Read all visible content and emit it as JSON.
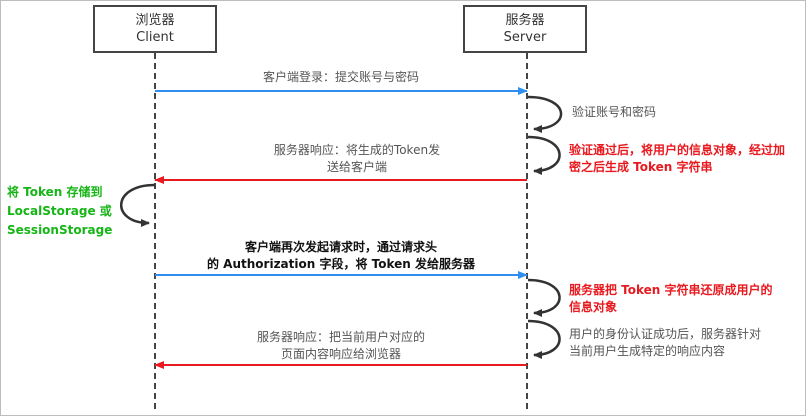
{
  "participants": {
    "client": {
      "name_cn": "浏览器",
      "name_en": "Client"
    },
    "server": {
      "name_cn": "服务器",
      "name_en": "Server"
    }
  },
  "messages": {
    "login": {
      "line1": "客户端登录：提交账号与密码"
    },
    "verify": {
      "line1": "验证账号和密码"
    },
    "server_gen": {
      "line1": "验证通过后，将用户的信息对象，经过加",
      "line2": "密之后生成 Token 字符串"
    },
    "resp_token": {
      "line1": "服务器响应：将生成的Token发",
      "line2": "送给客户端"
    },
    "client_store": {
      "line1": "将 Token 存储到",
      "line2": "LocalStorage 或",
      "line3": "SessionStorage"
    },
    "request_again": {
      "line1": "客户端再次发起请求时，通过请求头",
      "line2": "的 Authorization 字段，将 Token 发给服务器"
    },
    "server_restore": {
      "line1": "服务器把 Token 字符串还原成用户的",
      "line2": "信息对象"
    },
    "auth_success": {
      "line1": "用户的身份认证成功后，服务器针对",
      "line2": "当前用户生成特定的响应内容"
    },
    "resp_content": {
      "line1": "服务器响应：把当前用户对应的",
      "line2": "页面内容响应给浏览器"
    }
  },
  "colors": {
    "request_arrow": "#2f8ff0",
    "response_arrow": "#e8191f",
    "lifeline": "#444444",
    "highlight_red": "#e8191f",
    "highlight_green": "#16b516"
  }
}
